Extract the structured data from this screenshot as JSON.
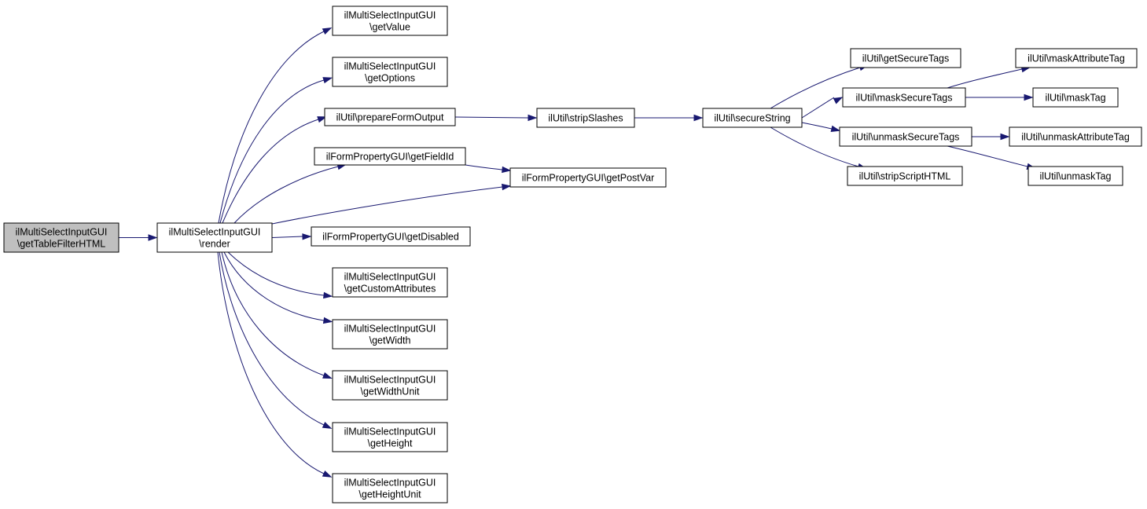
{
  "nodes": [
    {
      "id": "root",
      "lines": [
        "ilMultiSelectInputGUI",
        "\\getTableFilterHTML"
      ]
    },
    {
      "id": "render",
      "lines": [
        "ilMultiSelectInputGUI",
        "\\render"
      ]
    },
    {
      "id": "getValue",
      "lines": [
        "ilMultiSelectInputGUI",
        "\\getValue"
      ]
    },
    {
      "id": "getOptions",
      "lines": [
        "ilMultiSelectInputGUI",
        "\\getOptions"
      ]
    },
    {
      "id": "prepareFormOutput",
      "lines": [
        "ilUtil\\prepareFormOutput"
      ]
    },
    {
      "id": "getFieldId",
      "lines": [
        "ilFormPropertyGUI\\getFieldId"
      ]
    },
    {
      "id": "getPostVar",
      "lines": [
        "ilFormPropertyGUI\\getPostVar"
      ]
    },
    {
      "id": "getDisabled",
      "lines": [
        "ilFormPropertyGUI\\getDisabled"
      ]
    },
    {
      "id": "getCustomAttributes",
      "lines": [
        "ilMultiSelectInputGUI",
        "\\getCustomAttributes"
      ]
    },
    {
      "id": "getWidth",
      "lines": [
        "ilMultiSelectInputGUI",
        "\\getWidth"
      ]
    },
    {
      "id": "getWidthUnit",
      "lines": [
        "ilMultiSelectInputGUI",
        "\\getWidthUnit"
      ]
    },
    {
      "id": "getHeight",
      "lines": [
        "ilMultiSelectInputGUI",
        "\\getHeight"
      ]
    },
    {
      "id": "getHeightUnit",
      "lines": [
        "ilMultiSelectInputGUI",
        "\\getHeightUnit"
      ]
    },
    {
      "id": "stripSlashes",
      "lines": [
        "ilUtil\\stripSlashes"
      ]
    },
    {
      "id": "secureString",
      "lines": [
        "ilUtil\\secureString"
      ]
    },
    {
      "id": "getSecureTags",
      "lines": [
        "ilUtil\\getSecureTags"
      ]
    },
    {
      "id": "maskSecureTags",
      "lines": [
        "ilUtil\\maskSecureTags"
      ]
    },
    {
      "id": "unmaskSecureTags",
      "lines": [
        "ilUtil\\unmaskSecureTags"
      ]
    },
    {
      "id": "stripScriptHTML",
      "lines": [
        "ilUtil\\stripScriptHTML"
      ]
    },
    {
      "id": "maskAttributeTag",
      "lines": [
        "ilUtil\\maskAttributeTag"
      ]
    },
    {
      "id": "maskTag",
      "lines": [
        "ilUtil\\maskTag"
      ]
    },
    {
      "id": "unmaskAttributeTag",
      "lines": [
        "ilUtil\\unmaskAttributeTag"
      ]
    },
    {
      "id": "unmaskTag",
      "lines": [
        "ilUtil\\unmaskTag"
      ]
    }
  ],
  "edges": [
    {
      "from": "root",
      "to": "render"
    },
    {
      "from": "render",
      "to": "getValue"
    },
    {
      "from": "render",
      "to": "getOptions"
    },
    {
      "from": "render",
      "to": "prepareFormOutput"
    },
    {
      "from": "render",
      "to": "getFieldId"
    },
    {
      "from": "render",
      "to": "getPostVar"
    },
    {
      "from": "render",
      "to": "getDisabled"
    },
    {
      "from": "render",
      "to": "getCustomAttributes"
    },
    {
      "from": "render",
      "to": "getWidth"
    },
    {
      "from": "render",
      "to": "getWidthUnit"
    },
    {
      "from": "render",
      "to": "getHeight"
    },
    {
      "from": "render",
      "to": "getHeightUnit"
    },
    {
      "from": "prepareFormOutput",
      "to": "stripSlashes"
    },
    {
      "from": "getFieldId",
      "to": "getPostVar"
    },
    {
      "from": "stripSlashes",
      "to": "secureString"
    },
    {
      "from": "secureString",
      "to": "getSecureTags"
    },
    {
      "from": "secureString",
      "to": "maskSecureTags"
    },
    {
      "from": "secureString",
      "to": "unmaskSecureTags"
    },
    {
      "from": "secureString",
      "to": "stripScriptHTML"
    },
    {
      "from": "maskSecureTags",
      "to": "maskAttributeTag"
    },
    {
      "from": "maskSecureTags",
      "to": "maskTag"
    },
    {
      "from": "unmaskSecureTags",
      "to": "unmaskAttributeTag"
    },
    {
      "from": "unmaskSecureTags",
      "to": "unmaskTag"
    }
  ]
}
